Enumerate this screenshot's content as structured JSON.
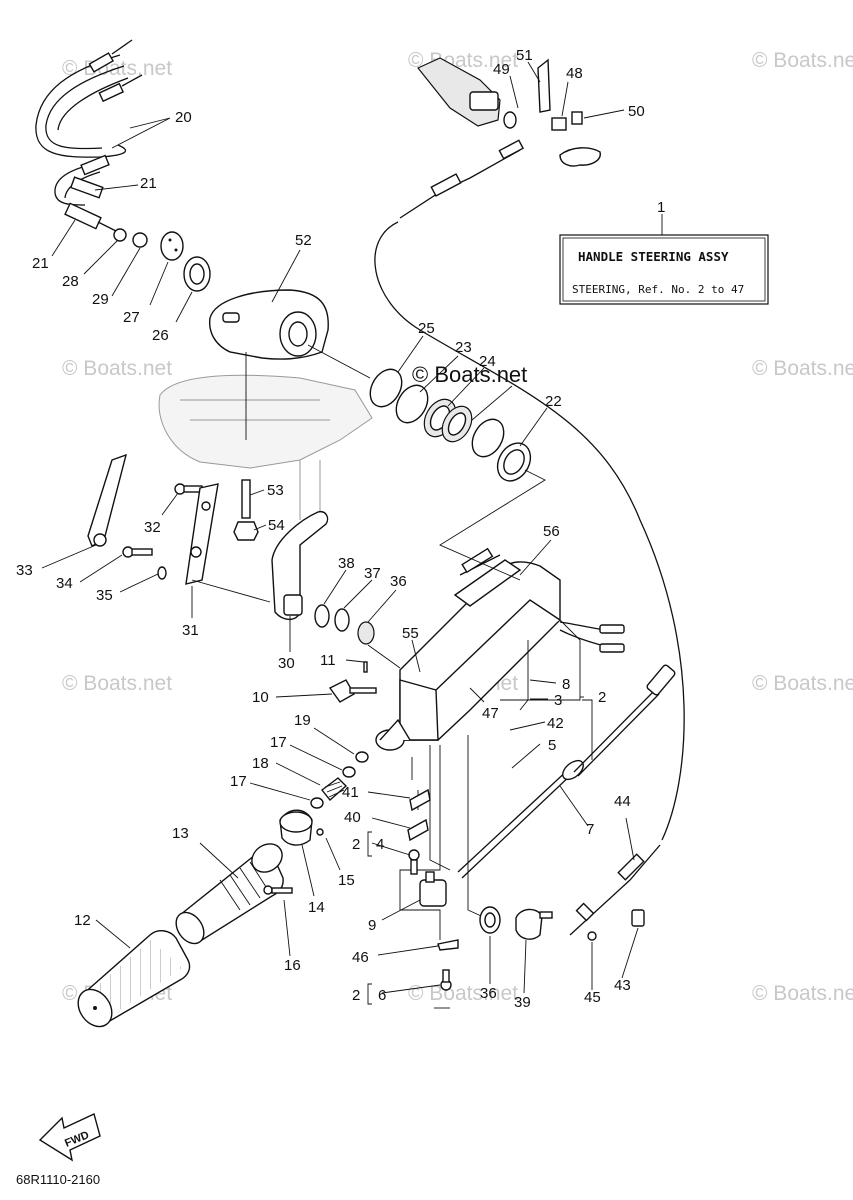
{
  "diagram": {
    "watermark_text": "© Boats.net",
    "center_watermark_text": "© Boats.net",
    "info_box": {
      "callout_number": "1",
      "title": "HANDLE STEERING ASSY",
      "subtitle": "STEERING, Ref. No. 2 to 47"
    },
    "fwd_label": "FWD",
    "drawing_code": "68R1110-2160",
    "callouts": [
      "20",
      "21",
      "21",
      "28",
      "29",
      "27",
      "26",
      "52",
      "25",
      "23",
      "24",
      "22",
      "51",
      "49",
      "48",
      "50",
      "53",
      "54",
      "32",
      "33",
      "34",
      "35",
      "31",
      "30",
      "38",
      "37",
      "36",
      "56",
      "55",
      "11",
      "10",
      "8",
      "3",
      "2",
      "47",
      "42",
      "5",
      "19",
      "17",
      "18",
      "17",
      "41",
      "40",
      "2",
      "4",
      "13",
      "14",
      "15",
      "12",
      "16",
      "9",
      "46",
      "2",
      "6",
      "36",
      "39",
      "7",
      "44",
      "45",
      "43"
    ]
  }
}
